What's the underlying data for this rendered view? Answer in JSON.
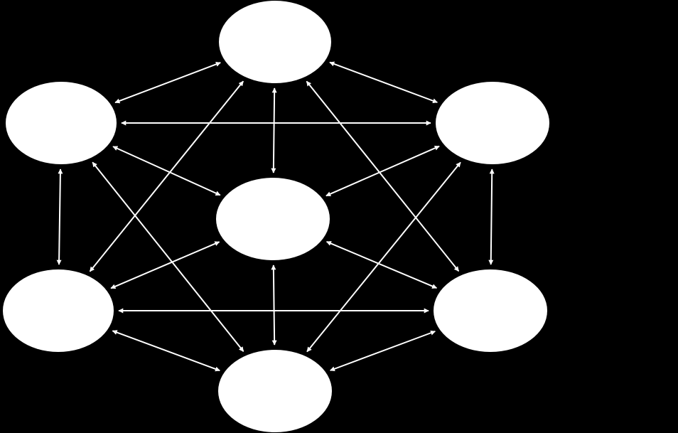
{
  "diagram": {
    "type": "fully-connected-network",
    "node_count": 7,
    "connection_style": "bidirectional-arrows",
    "background_color": "#000000",
    "node_color": "#ffffff",
    "edge_color": "#ffffff",
    "nodes": [
      {
        "id": "top"
      },
      {
        "id": "upper-left"
      },
      {
        "id": "upper-right"
      },
      {
        "id": "center"
      },
      {
        "id": "lower-left"
      },
      {
        "id": "lower-right"
      },
      {
        "id": "bottom"
      }
    ],
    "edges": [
      [
        "top",
        "upper-left"
      ],
      [
        "top",
        "upper-right"
      ],
      [
        "top",
        "center"
      ],
      [
        "top",
        "lower-left"
      ],
      [
        "top",
        "lower-right"
      ],
      [
        "upper-left",
        "upper-right"
      ],
      [
        "upper-left",
        "center"
      ],
      [
        "upper-left",
        "lower-left"
      ],
      [
        "upper-left",
        "bottom"
      ],
      [
        "upper-right",
        "center"
      ],
      [
        "upper-right",
        "lower-right"
      ],
      [
        "upper-right",
        "bottom"
      ],
      [
        "center",
        "lower-left"
      ],
      [
        "center",
        "lower-right"
      ],
      [
        "center",
        "bottom"
      ],
      [
        "lower-left",
        "lower-right"
      ],
      [
        "lower-left",
        "bottom"
      ],
      [
        "lower-right",
        "bottom"
      ]
    ]
  }
}
